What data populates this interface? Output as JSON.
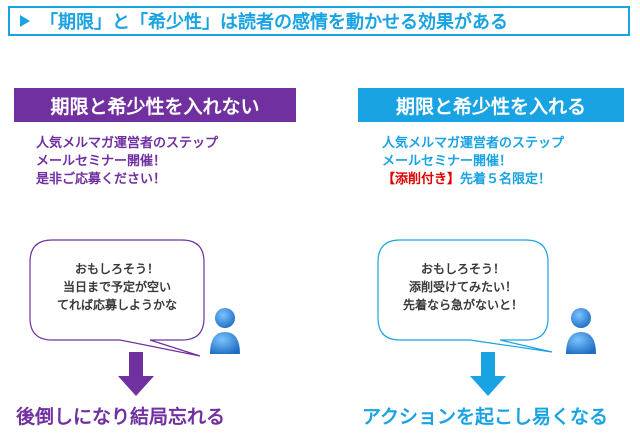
{
  "banner": {
    "title": "「期限」と「希少性」は読者の感情を動かせる効果がある"
  },
  "left": {
    "title": "期限と希少性を入れない",
    "desc_lines": [
      "人気メルマガ運営者のステップ",
      "メールセミナー開催！",
      "是非ご応募ください！"
    ],
    "bubble_lines": [
      "おもしろそう！",
      "当日まで予定が空い",
      "てれば応募しようかな"
    ],
    "result": "後倒しになり結局忘れる"
  },
  "right": {
    "title": "期限と希少性を入れる",
    "desc_lines": [
      "人気メルマガ運営者のステップ",
      "メールセミナー開催！"
    ],
    "desc_highlight": "【添削付き】",
    "desc_rest": "先着５名限定！",
    "bubble_lines": [
      "おもしろそう！",
      "添削受けてみたい！",
      "先着なら急がないと！"
    ],
    "result": "アクションを起こし易くなる"
  },
  "colors": {
    "purple": "#7030a0",
    "blue": "#1aa3e3",
    "red": "#e00000",
    "user_icon": "#2a7fd4"
  }
}
